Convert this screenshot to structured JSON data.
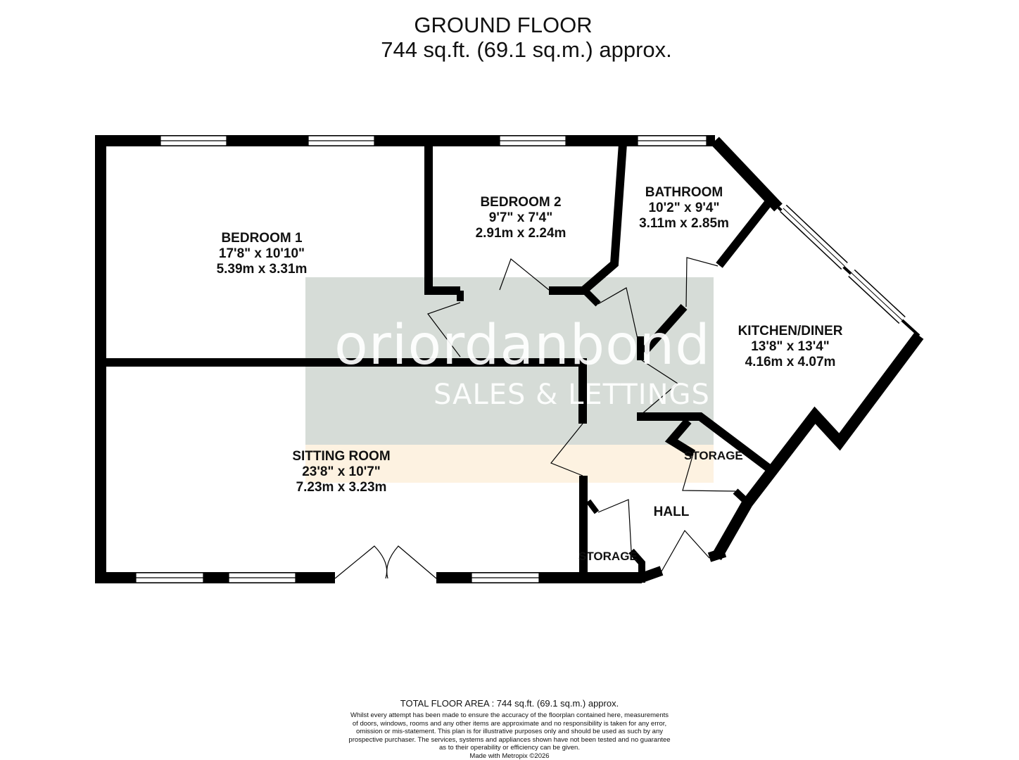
{
  "header": {
    "floor_name": "GROUND FLOOR",
    "floor_area": "744 sq.ft. (69.1 sq.m.) approx."
  },
  "rooms": {
    "bedroom1": {
      "name": "BEDROOM 1",
      "imperial": "17'8\"  x 10'10\"",
      "metric": "5.39m  x 3.31m"
    },
    "bedroom2": {
      "name": "BEDROOM 2",
      "imperial": "9'7\"  x 7'4\"",
      "metric": "2.91m  x 2.24m"
    },
    "bathroom": {
      "name": "BATHROOM",
      "imperial": "10'2\"  x 9'4\"",
      "metric": "3.11m  x 2.85m"
    },
    "kitchen": {
      "name": "KITCHEN/DINER",
      "imperial": "13'8\"  x 13'4\"",
      "metric": "4.16m  x 4.07m"
    },
    "sitting": {
      "name": "SITTING ROOM",
      "imperial": "23'8\"  x 10'7\"",
      "metric": "7.23m  x 3.23m"
    },
    "hall": {
      "name": "HALL"
    },
    "storage1": {
      "name": "STORAGE"
    },
    "storage2": {
      "name": "STORAGE"
    }
  },
  "watermark": {
    "logo": "oriordanbond",
    "tagline": "SALES & LETTINGS"
  },
  "footer": {
    "total_area": "TOTAL FLOOR AREA : 744 sq.ft. (69.1 sq.m.) approx.",
    "disclaimer_lines": [
      "Whilst every attempt has been made to ensure the accuracy of the floorplan contained here, measurements",
      "of doors, windows, rooms and any other items are approximate and no responsibility is taken for any error,",
      "omission or mis-statement. This plan is for illustrative purposes only and should be used as such by any",
      "prospective purchaser. The services, systems and appliances shown have not been tested and no guarantee",
      "as to their operability or efficiency can be given."
    ],
    "made_with": "Made with Metropix ©2026"
  },
  "colors": {
    "wall": "#000000",
    "window": "#ffffff",
    "watermark_box": "#cdd4ce",
    "watermark_band": "#fcecd4"
  }
}
